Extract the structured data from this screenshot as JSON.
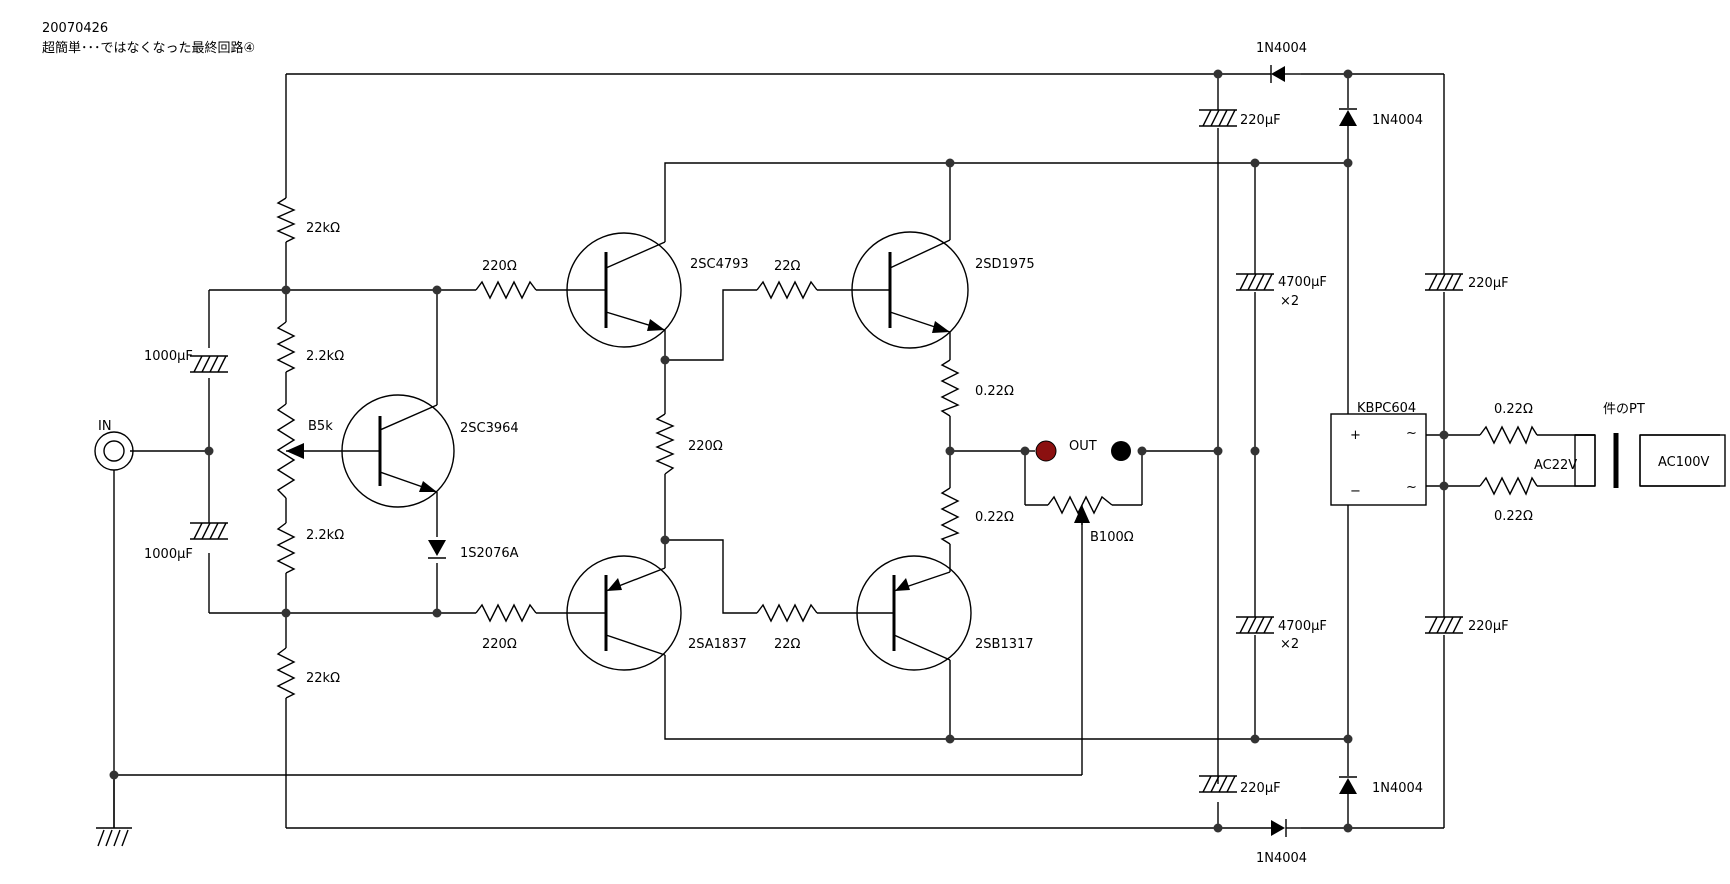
{
  "header": {
    "date": "20070426",
    "title": "超簡単･･･ではなくなった最終回路④"
  },
  "labels": {
    "in": "IN",
    "out": "OUT",
    "r_top_22k": "22kΩ",
    "r_bot_22k": "22kΩ",
    "r_top_2k2": "2.2kΩ",
    "r_bot_2k2": "2.2kΩ",
    "pot_b5k": "B5k",
    "c_top_1000": "1000μF",
    "c_bot_1000": "1000μF",
    "q_2sc3964": "2SC3964",
    "d_1s2076a": "1S2076A",
    "r_top_220": "220Ω",
    "r_bot_220": "220Ω",
    "r_mid_220": "220Ω",
    "q_2sc4793": "2SC4793",
    "q_2sa1837": "2SA1837",
    "r_top_22": "22Ω",
    "r_bot_22": "22Ω",
    "q_2sd1975": "2SD1975",
    "q_2sb1317": "2SB1317",
    "r_top_022": "0.22Ω",
    "r_bot_022": "0.22Ω",
    "pot_b100": "B100Ω",
    "c_top_220": "220μF",
    "c_bot_220": "220μF",
    "c_top_4700": "4700μF",
    "c_top_4700_x2": "×2",
    "c_bot_4700": "4700μF",
    "c_bot_4700_x2": "×2",
    "d_top_h": "1N4004",
    "d_top_v": "1N4004",
    "d_bot_v": "1N4004",
    "d_bot_h": "1N4004",
    "c_right_top_220": "220μF",
    "c_right_bot_220": "220μF",
    "bridge": "KBPC604",
    "bridge_plus": "+",
    "bridge_minus": "−",
    "bridge_ac1": "~",
    "bridge_ac2": "~",
    "r_ac_top": "0.22Ω",
    "r_ac_bot": "0.22Ω",
    "ac22v": "AC22V",
    "pt": "件のPT",
    "ac100v": "AC100V"
  },
  "colors": {
    "wire": "#000000",
    "out_hot": "#8b1010",
    "out_gnd": "#000000",
    "junction": "#333333"
  }
}
